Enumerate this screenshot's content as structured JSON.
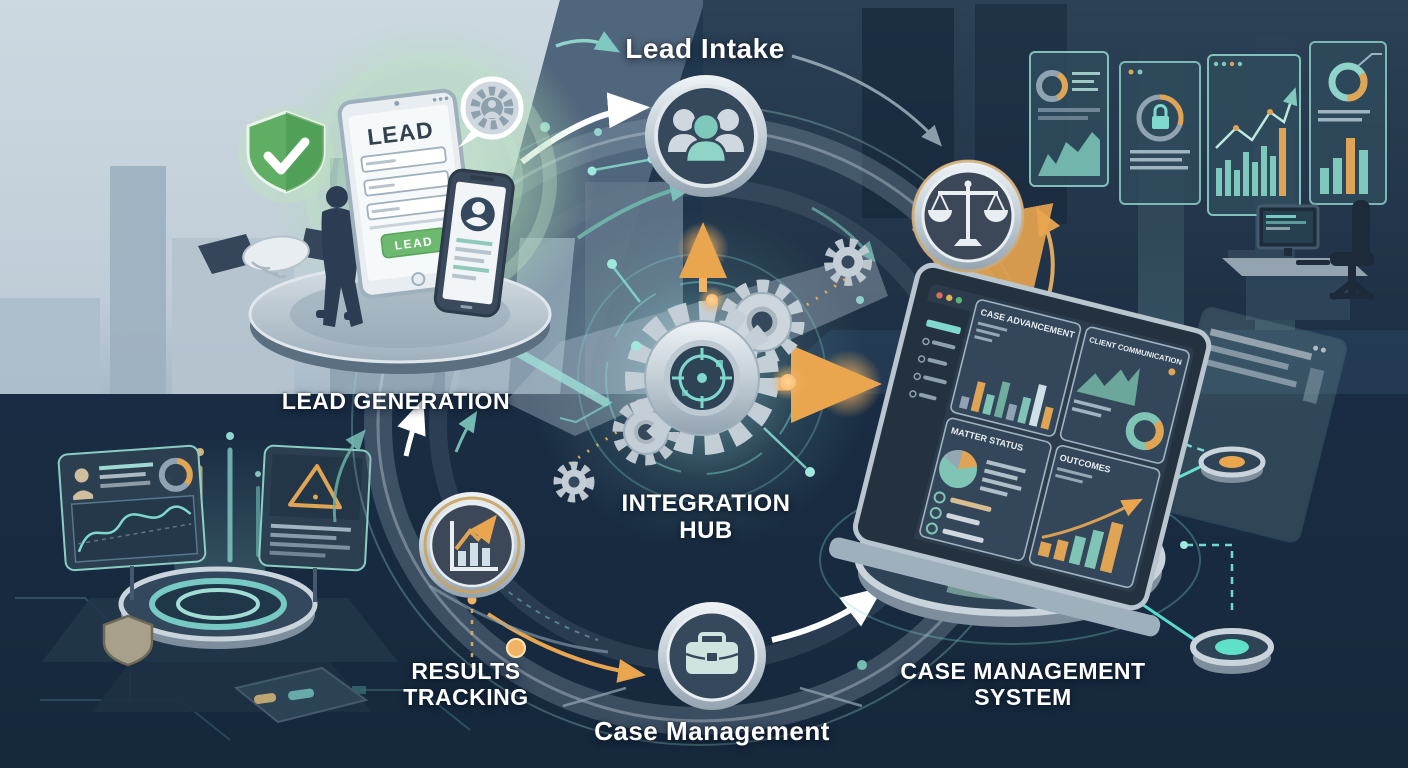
{
  "scene": {
    "title": "Legal lead-to-case workflow illustration",
    "style": "isometric infographic, navy / teal / orange palette"
  },
  "workflow": {
    "lead_intake_label": "Lead Intake",
    "lead_generation_label": "LEAD GENERATION",
    "integration_hub_label": "INTEGRATION HUB",
    "results_tracking_label": "RESULTS TRACKING",
    "case_management_label": "Case Management",
    "case_management_system_label": "CASE MANAGEMENT SYSTEM"
  },
  "tablet": {
    "heading": "LEAD",
    "field_count": 3,
    "button": "LEAD"
  },
  "dashboard": {
    "panels": [
      {
        "title": "CASE ADVANCEMENT",
        "chart": "bar"
      },
      {
        "title": "CLIENT COMMUNICATION",
        "chart": "area + donut"
      },
      {
        "title": "MATTER STATUS",
        "chart": "pie + checklist"
      },
      {
        "title": "OUTCOMES",
        "chart": "rising bars + trend arrow"
      }
    ]
  },
  "icons": [
    "people-group-icon",
    "scales-of-justice-icon",
    "gears-icon",
    "growth-chart-icon",
    "briefcase-icon",
    "shield-check-icon",
    "handshake-icon",
    "gear-person-bubble-icon",
    "lock-gauge-icon",
    "warning-triangle-icon",
    "pie-chart-icon",
    "donut-chart-icon",
    "bar-chart-icon",
    "line-chart-icon",
    "hologram-pad",
    "city-skyline",
    "office-desk",
    "monitor-icon",
    "office-chair",
    "disc-node-orange",
    "disc-node-teal"
  ],
  "colors": {
    "background_navy": "#1d3049",
    "light_quadrant": "#ccd7df",
    "slate_band": "#50667c",
    "teal_accent": "#7fd9cf",
    "orange_accent": "#eaa64f",
    "green_accent": "#62b567",
    "metal_silver": "#c9d4dc",
    "label_text": "#ffffff"
  }
}
